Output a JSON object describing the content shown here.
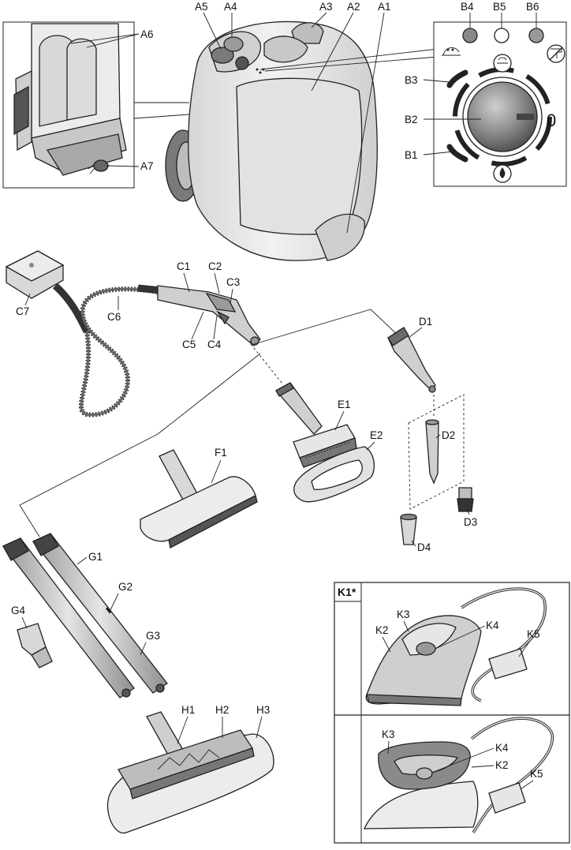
{
  "unit_labels": {
    "a1": "A1",
    "a2": "A2",
    "a3": "A3",
    "a4": "A4",
    "a5": "A5",
    "a6": "A6",
    "a7": "A7"
  },
  "panel_labels": {
    "b1": "B1",
    "b2": "B2",
    "b3": "B3",
    "b4": "B4",
    "b5": "B5",
    "b6": "B6",
    "zero": "0"
  },
  "hose_labels": {
    "c1": "C1",
    "c2": "C2",
    "c3": "C3",
    "c4": "C4",
    "c5": "C5",
    "c6": "C6",
    "c7": "C7"
  },
  "nozzle_labels": {
    "d1": "D1",
    "d2": "D2",
    "d3": "D3",
    "d4": "D4",
    "e1": "E1",
    "e2": "E2",
    "f1": "F1"
  },
  "tube_labels": {
    "g1": "G1",
    "g2": "G2",
    "g3": "G3",
    "g4": "G4",
    "h1": "H1",
    "h2": "H2",
    "h3": "H3"
  },
  "iron_labels": {
    "k1": "K1*",
    "k2_top": "K2",
    "k3_top": "K3",
    "k4_top": "K4",
    "k5_top": "K5",
    "k2_bot": "K2",
    "k3_bot": "K3",
    "k4_bot": "K4",
    "k5_bot": "K5"
  },
  "colors": {
    "outline": "#222222",
    "light_gray": "#e6e6e6",
    "mid_gray": "#bdbdbd",
    "dark_gray": "#6a6a6a"
  }
}
